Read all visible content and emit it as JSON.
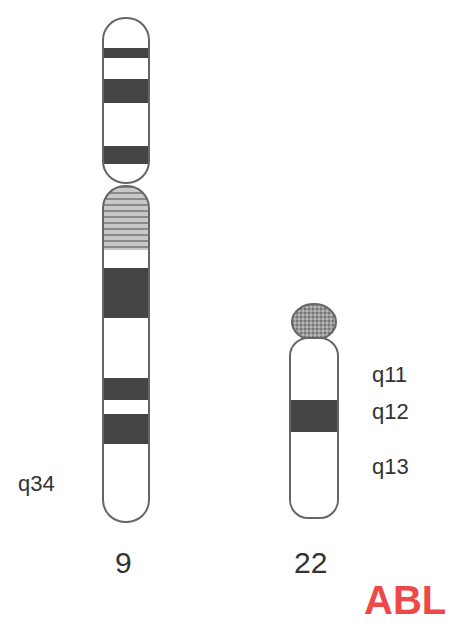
{
  "diagram": {
    "labels": [
      "q34",
      "9",
      "q11",
      "q12",
      "q13",
      "22",
      "ABL"
    ]
  }
}
